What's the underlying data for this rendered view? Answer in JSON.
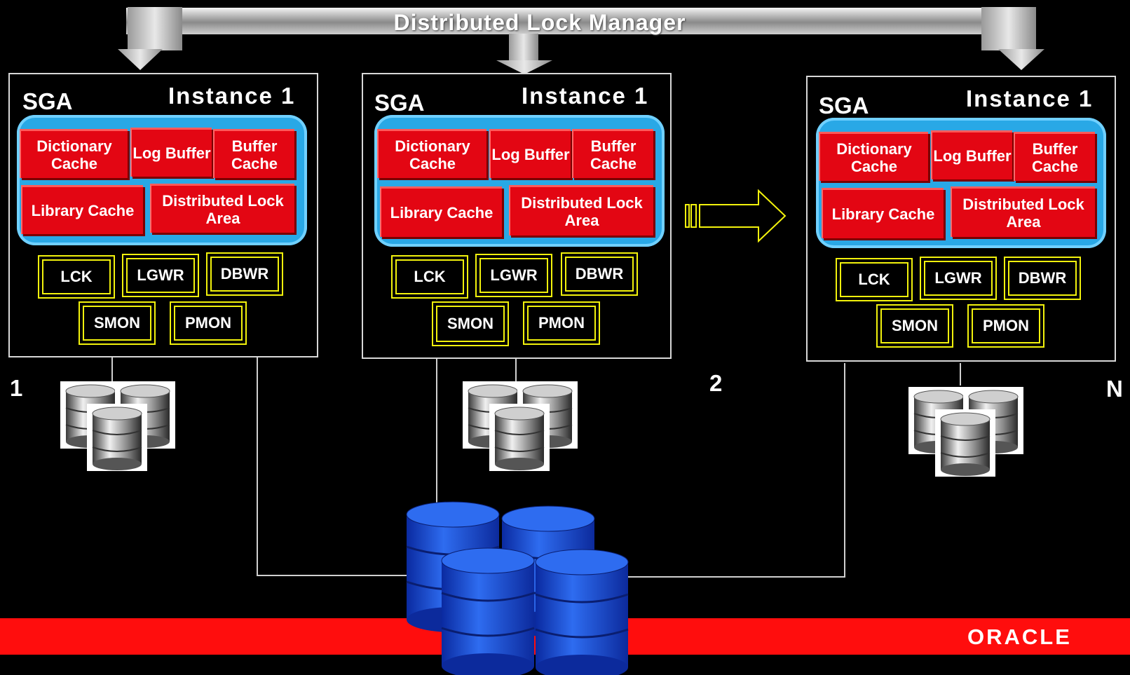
{
  "title": "Distributed Lock Manager",
  "instances": [
    {
      "sga": "SGA",
      "name": "Instance 1",
      "caches": {
        "dictionary": "Dictionary Cache",
        "log": "Log Buffer",
        "buffer": "Buffer Cache",
        "library": "Library Cache",
        "dla": "Distributed Lock Area"
      },
      "procs": {
        "lck": "LCK",
        "lgwr": "LGWR",
        "dbwr": "DBWR",
        "smon": "SMON",
        "pmon": "PMON"
      },
      "node": "1"
    },
    {
      "sga": "SGA",
      "name": "Instance 1",
      "caches": {
        "dictionary": "Dictionary Cache",
        "log": "Log Buffer",
        "buffer": "Buffer Cache",
        "library": "Library Cache",
        "dla": "Distributed Lock Area"
      },
      "procs": {
        "lck": "LCK",
        "lgwr": "LGWR",
        "dbwr": "DBWR",
        "smon": "SMON",
        "pmon": "PMON"
      },
      "node": "2"
    },
    {
      "sga": "SGA",
      "name": "Instance 1",
      "caches": {
        "dictionary": "Dictionary Cache",
        "log": "Log Buffer",
        "buffer": "Buffer Cache",
        "library": "Library Cache",
        "dla": "Distributed Lock Area"
      },
      "procs": {
        "lck": "LCK",
        "lgwr": "LGWR",
        "dbwr": "DBWR",
        "smon": "SMON",
        "pmon": "PMON"
      },
      "node": "N"
    }
  ],
  "logo": "ORACLE",
  "colors": {
    "background": "#000000",
    "sga_area": "#29a8e6",
    "cache": "#e30613",
    "process_border": "#f2f20c",
    "shared_disk": "#1f4fd6",
    "band": "#ff0d0d"
  },
  "icons": [
    "local-disks-icon",
    "shared-database-icon",
    "arrow-right-icon",
    "arrow-down-icon"
  ]
}
